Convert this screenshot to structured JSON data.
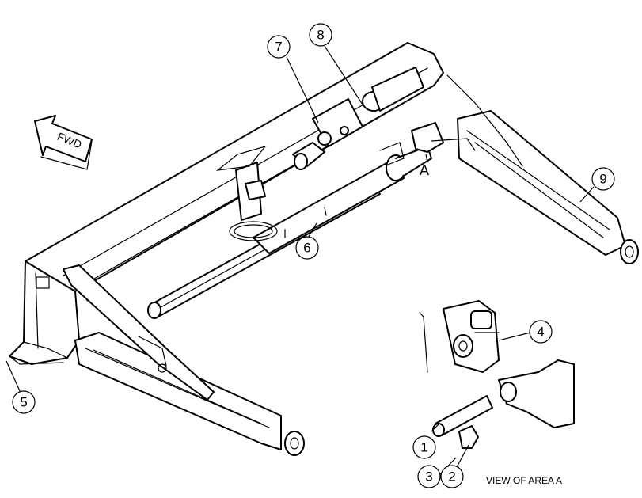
{
  "callouts": {
    "c1": "1",
    "c2": "2",
    "c3": "3",
    "c4": "4",
    "c5": "5",
    "c6": "6",
    "c7": "7",
    "c8": "8",
    "c9": "9"
  },
  "labels": {
    "fwd": "FWD",
    "area": "A",
    "view_caption": "VIEW OF AREA A"
  }
}
